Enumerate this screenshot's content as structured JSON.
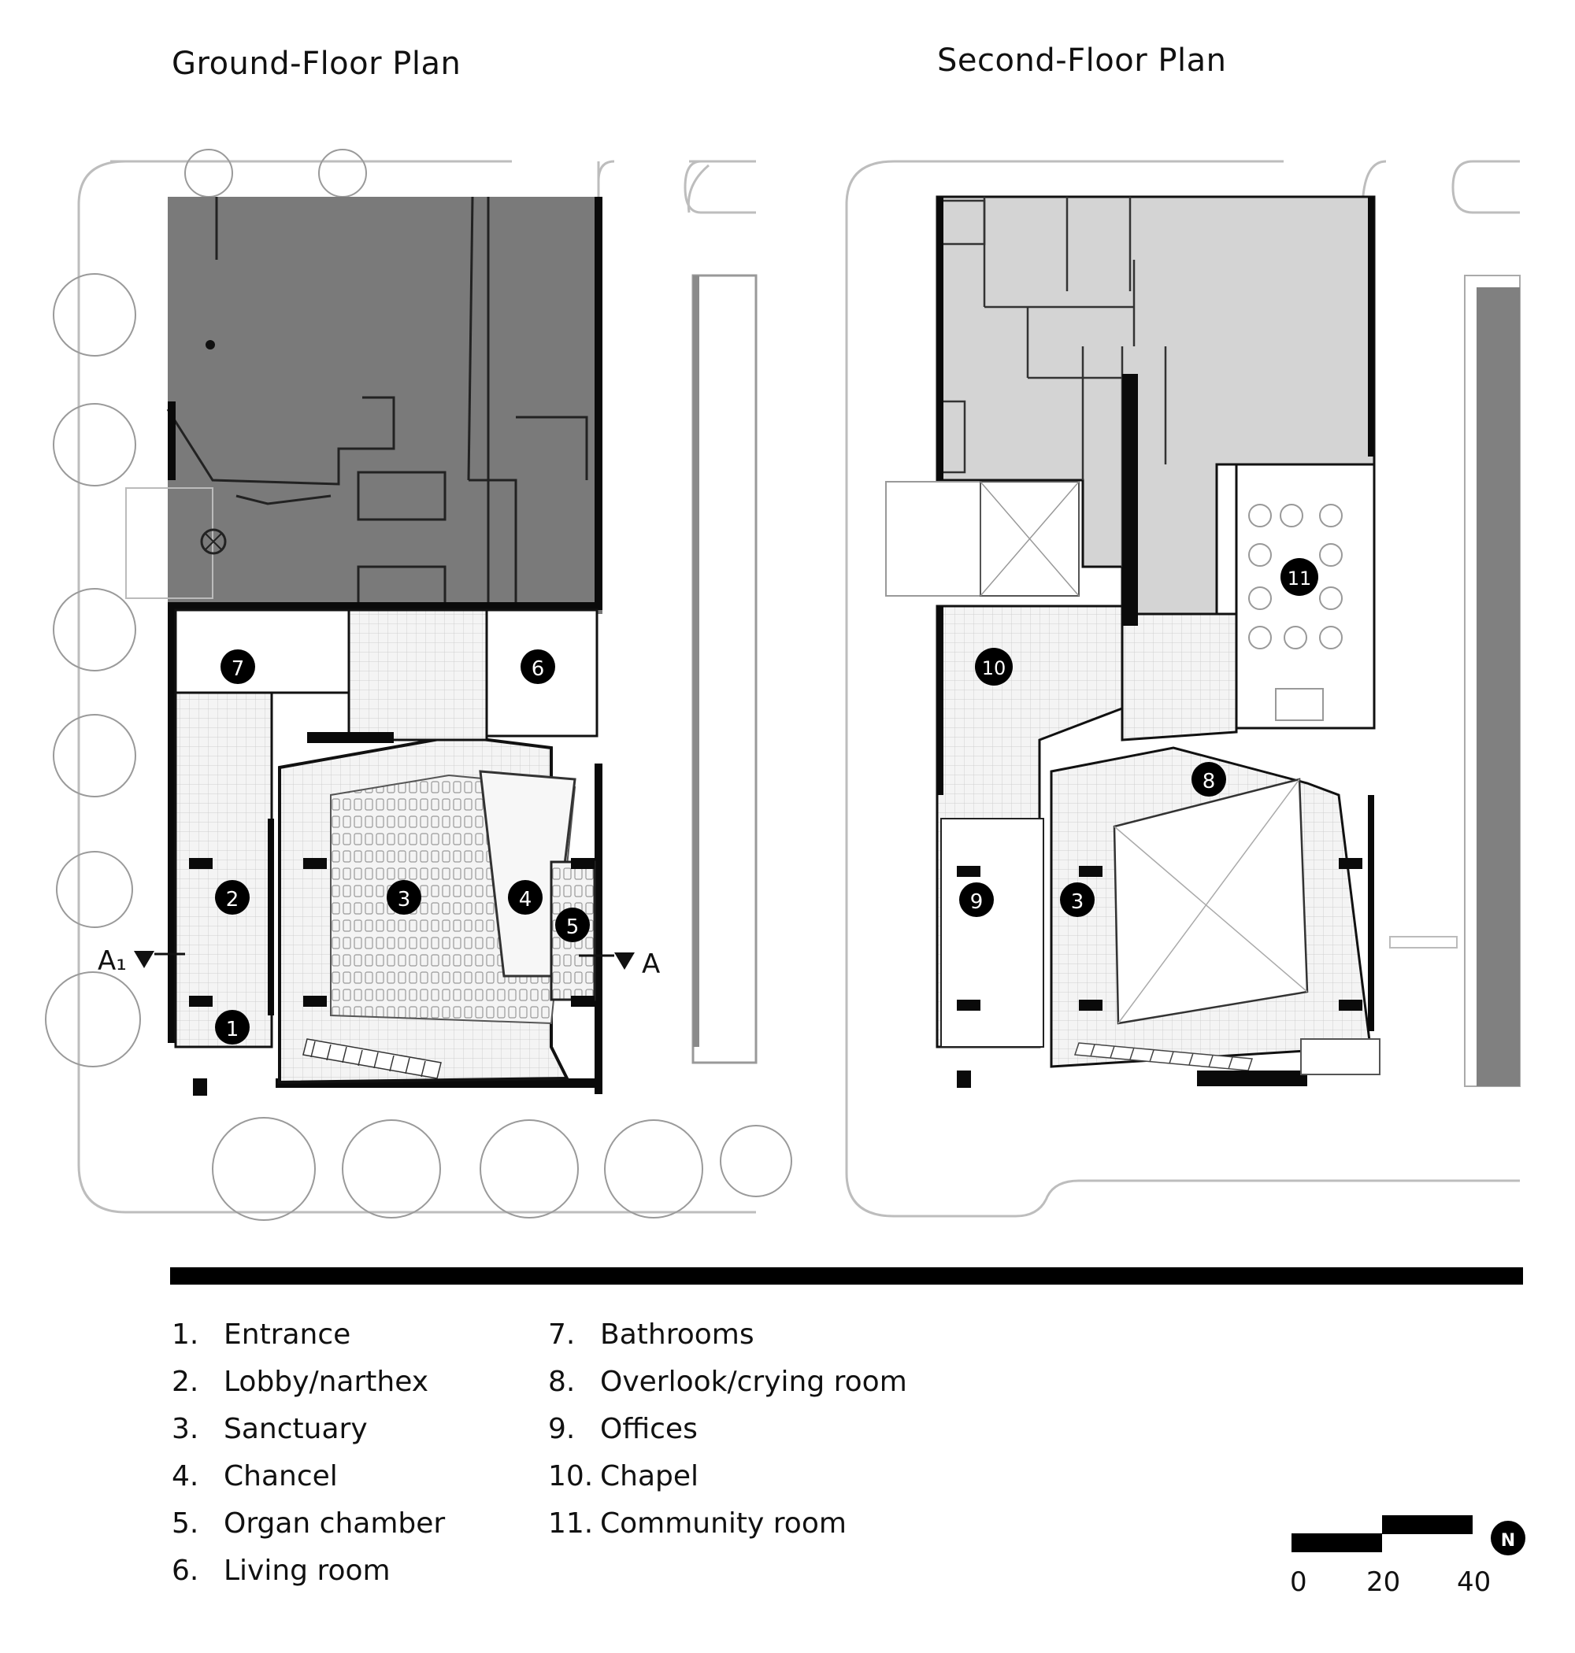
{
  "titles": {
    "ground": "Ground-Floor Plan",
    "second": "Second-Floor Plan"
  },
  "markers": {
    "ground": [
      "1",
      "2",
      "3",
      "4",
      "5",
      "6",
      "7"
    ],
    "second": [
      "3",
      "8",
      "9",
      "10",
      "11"
    ]
  },
  "section_labels": {
    "left": "A₁",
    "right": "A"
  },
  "legend": [
    {
      "num": "1.",
      "label": "Entrance"
    },
    {
      "num": "2.",
      "label": "Lobby/narthex"
    },
    {
      "num": "3.",
      "label": "Sanctuary"
    },
    {
      "num": "4.",
      "label": "Chancel"
    },
    {
      "num": "5.",
      "label": "Organ chamber"
    },
    {
      "num": "6.",
      "label": "Living room"
    },
    {
      "num": "7.",
      "label": "Bathrooms"
    },
    {
      "num": "8.",
      "label": "Overlook/crying room"
    },
    {
      "num": "9.",
      "label": "Offices"
    },
    {
      "num": "10.",
      "label": "Chapel"
    },
    {
      "num": "11.",
      "label": "Community room"
    }
  ],
  "scale": {
    "ticks": [
      "0",
      "20",
      "40"
    ]
  },
  "north": "N",
  "colors": {
    "dark_fill": "#7a7a7a",
    "light_fill": "#d4d4d4",
    "wall": "#0a0a0a",
    "tile": "#f2f2f2"
  }
}
